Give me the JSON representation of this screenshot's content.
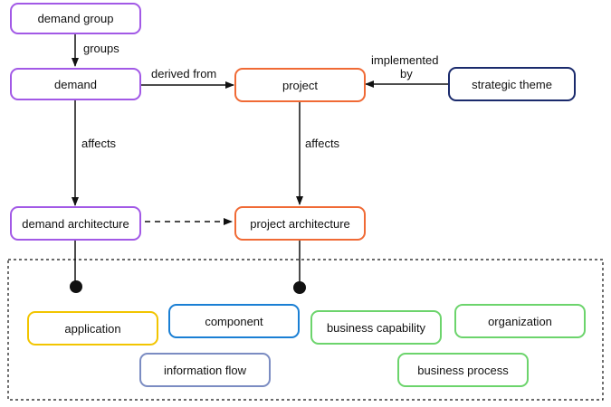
{
  "colors": {
    "demand": "#a259e6",
    "project": "#f06a35",
    "strategic": "#1a2a6c",
    "application": "#f2c500",
    "component": "#1a7fd4",
    "green": "#6cd46c",
    "information_flow": "#7b8cc2",
    "edge": "#111111"
  },
  "nodes": {
    "demand_group": "demand group",
    "demand": "demand",
    "project": "project",
    "strategic_theme": "strategic theme",
    "demand_architecture": "demand architecture",
    "project_architecture": "project architecture",
    "application": "application",
    "component": "component",
    "business_capability": "business capability",
    "organization": "organization",
    "information_flow": "information flow",
    "business_process": "business process"
  },
  "edges": {
    "groups": "groups",
    "derived_from": "derived from",
    "implemented_by_line1": "implemented",
    "implemented_by_line2": "by",
    "affects_left": "affects",
    "affects_right": "affects"
  }
}
